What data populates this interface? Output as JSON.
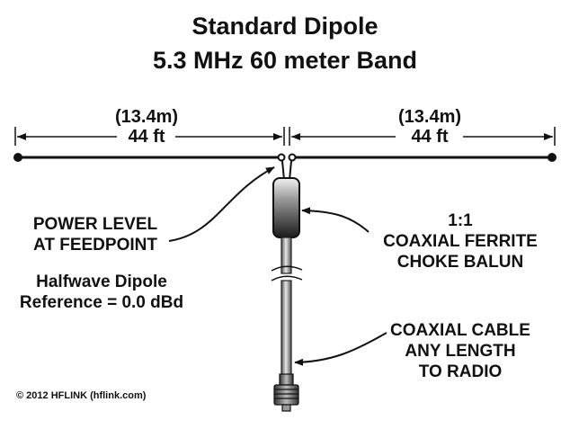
{
  "title": {
    "line1": "Standard Dipole",
    "line2": "5.3 MHz  60 meter Band"
  },
  "dimensions": {
    "left_metric": "(13.4m)",
    "left_imperial": "44 ft",
    "right_metric": "(13.4m)",
    "right_imperial": "44 ft"
  },
  "feedpoint_label": {
    "line1": "POWER LEVEL",
    "line2": "AT FEEDPOINT"
  },
  "reference_label": {
    "line1": "Halfwave Dipole",
    "line2": "Reference = 0.0 dBd"
  },
  "balun_label": {
    "line1": "1:1",
    "line2": "COAXIAL FERRITE",
    "line3": "CHOKE BALUN"
  },
  "cable_label": {
    "line1": "COAXIAL CABLE",
    "line2": "ANY LENGTH",
    "line3": "TO RADIO"
  },
  "copyright": "© 2012 HFLINK (hflink.com)"
}
